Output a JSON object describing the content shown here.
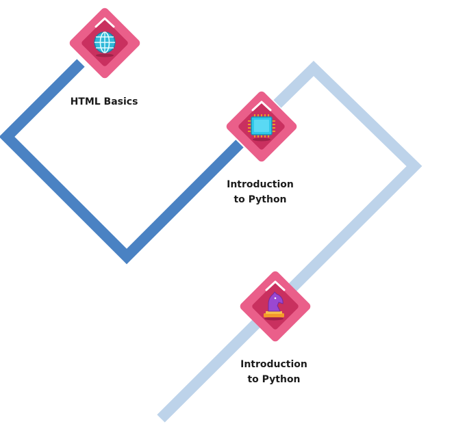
{
  "colors": {
    "path_active": "#4a82c3",
    "path_inactive": "#bdd3ea",
    "node_outer": "#ea5f8a",
    "node_inner": "#c9305f",
    "chevron": "#ffffff"
  },
  "nodes": [
    {
      "id": "html-basics",
      "label": "HTML Basics",
      "icon": "globe-icon",
      "state": "completed"
    },
    {
      "id": "intro-python-1",
      "label": "Introduction\nto Python",
      "icon": "chip-icon",
      "state": "current"
    },
    {
      "id": "intro-python-2",
      "label": "Introduction\n to Python",
      "icon": "chess-knight-icon",
      "state": "locked"
    }
  ]
}
